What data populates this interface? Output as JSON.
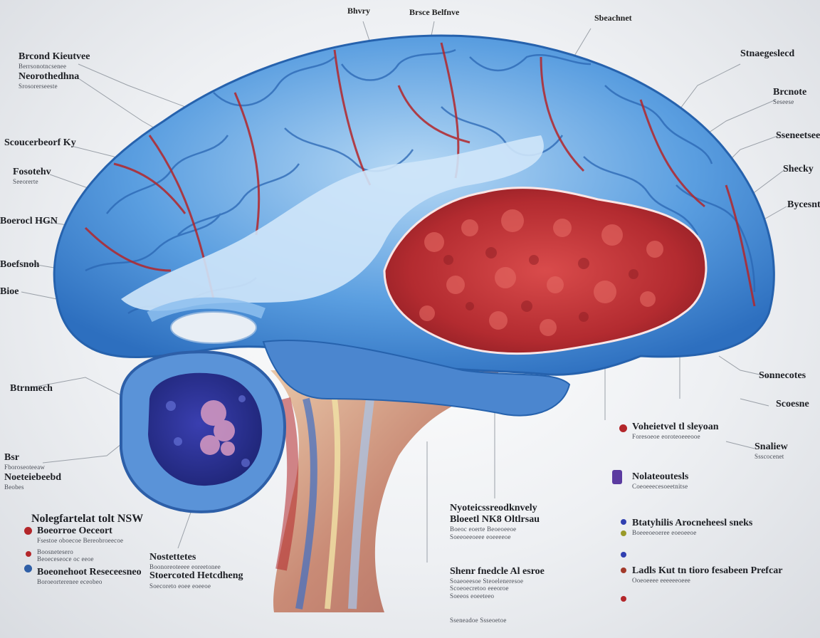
{
  "colors": {
    "cortex_blue": "#3f86d4",
    "cortex_light": "#a9d1f2",
    "vessel_red": "#b3262a",
    "mass_red": "#c8363a",
    "brainstem_blue": "#2f5fa7",
    "cerebellum_purple": "#2b2f8f"
  },
  "top_labels": [
    {
      "title": "Bhvry",
      "sub": ""
    },
    {
      "title": "Brsce Belfnve",
      "sub": ""
    },
    {
      "title": "Sbeachnet",
      "sub": ""
    }
  ],
  "left_labels": [
    {
      "title": "Brcond Kieutvee",
      "sub": "Berrsonotncsenee"
    },
    {
      "title": "Neorothedhna",
      "sub": "Srosorerseeste"
    },
    {
      "title": "Scoucerbeorf Ky",
      "sub": ""
    },
    {
      "title": "Fosotehv",
      "sub": "Seeorerte"
    },
    {
      "title": "Boerocl HGN",
      "sub": ""
    },
    {
      "title": "Boefsnoh",
      "sub": ""
    },
    {
      "title": "Bioe",
      "sub": ""
    },
    {
      "title": "Btrnmech",
      "sub": ""
    },
    {
      "title": "Bsr",
      "sub": "Fboroseoteeaw"
    },
    {
      "title": "Noeteiebeebd",
      "sub": "Beobes"
    }
  ],
  "right_labels": [
    {
      "title": "Stnaegeslecd",
      "sub": ""
    },
    {
      "title": "Brcnote",
      "sub": "Seseese"
    },
    {
      "title": "Sseneetsee",
      "sub": ""
    },
    {
      "title": "Shecky",
      "sub": ""
    },
    {
      "title": "Bycesnth",
      "sub": ""
    },
    {
      "title": "Sonnecotes",
      "sub": ""
    },
    {
      "title": "Scoesne",
      "sub": ""
    },
    {
      "title": "Snaliew",
      "sub": "Ssscocenet"
    }
  ],
  "bottom_left": {
    "title": "Nolegfartelat tolt NSW",
    "items": [
      {
        "title": "Boeorroe Oeceort",
        "sub": "Fsestoe oboecoe Bereobroeecoe"
      },
      {
        "title": "Boosnetesero",
        "sub": "Beoeceseoce oc eeoe"
      },
      {
        "title": "Boeonehoot Reseceesneo",
        "sub": "Boroeorterenee eceobeo"
      }
    ]
  },
  "bottom_center_left": {
    "title": "Nostettetes",
    "lines": [
      "Boonoreoteeee eoreetonee",
      "Stoercoted Hetcdheng",
      "Soecoreto eoee eoeeoe"
    ]
  },
  "bottom_center": {
    "title": "Nyoteicssreodknvely",
    "subtitle": "Bloeetl NK8 Oltlrsau",
    "lines": [
      "Boeoc eoerte Beoeoeeoe",
      "Soeeoeeoeee eoeeeeoe"
    ]
  },
  "bottom_center2": {
    "title": "Shenr fnedcle Al esroe",
    "lines": [
      "Soaeoeesoe Steoeleneresoe",
      "Scoeoecretoo eeeoroe",
      "Soeeos eoeeteeo"
    ]
  },
  "bottom_mid_label": {
    "title": "Sseneadoe Ssseoetoe",
    "sub": ""
  },
  "right_panel": [
    {
      "title": "Voheietvel tl sleyoan",
      "sub": "Foresoeoe eoroteoeeeooe"
    },
    {
      "title": "Nolateoutesls",
      "sub": "Coeoeeecesoeetnitse"
    },
    {
      "title": "Btatyhilis Arocneheesl sneks",
      "sub": "Boeeeoeoeree eoeoeeoe"
    },
    {
      "title": "Ladls Kut tn tioro fesabeen Prefcar",
      "sub": "Ooeoeeee eeeeeeoeee"
    }
  ]
}
